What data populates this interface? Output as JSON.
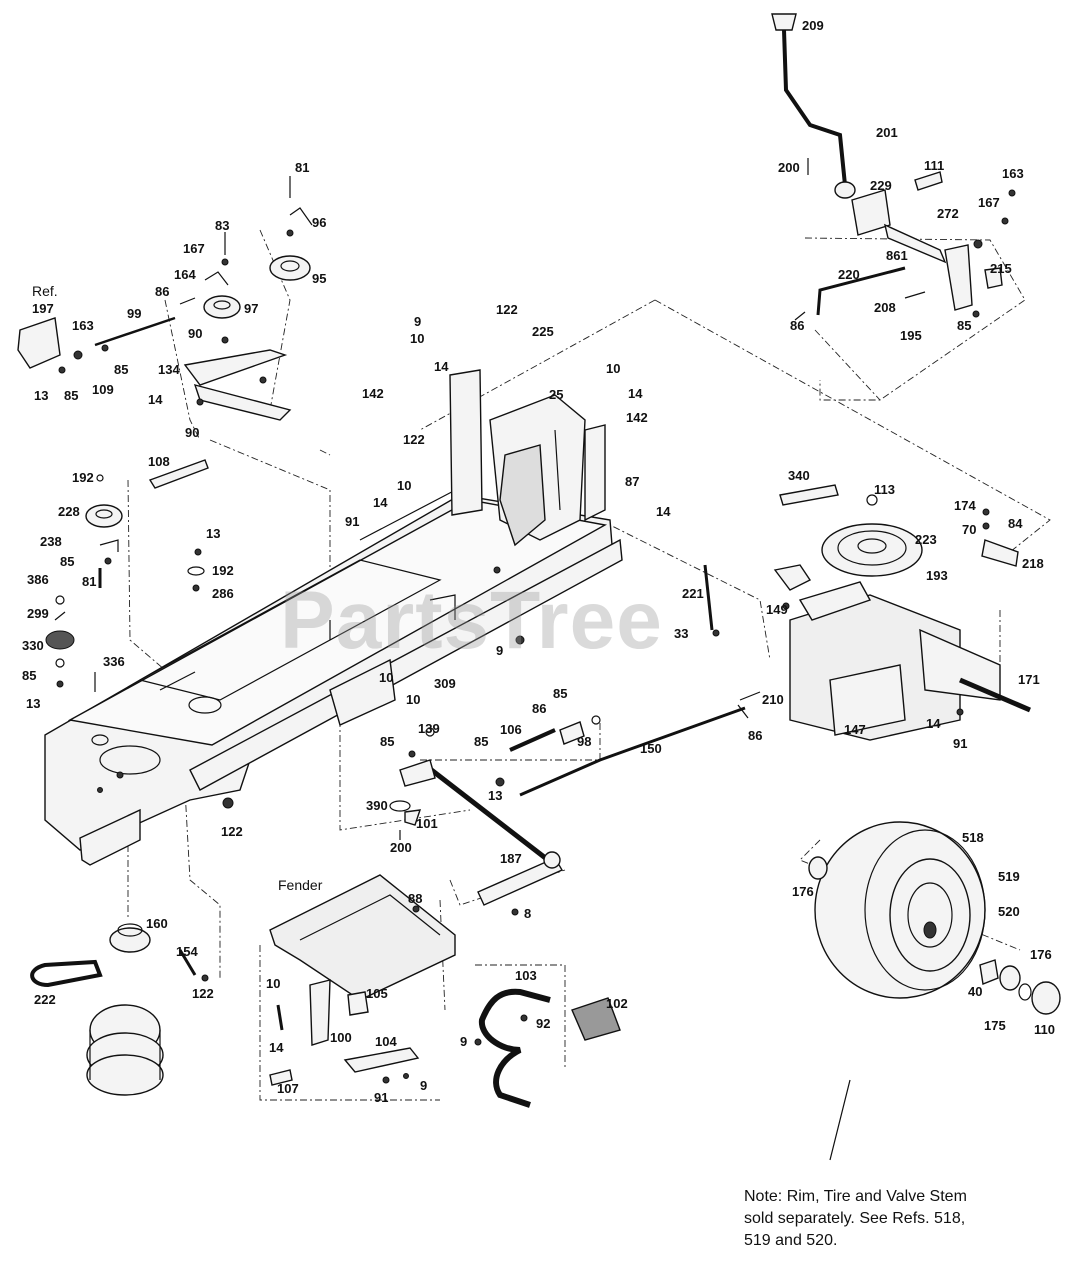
{
  "watermark": "PartsTree",
  "labels": {
    "fender": "Fender",
    "ref": "Ref."
  },
  "callouts": [
    "209",
    "201",
    "200",
    "111",
    "229",
    "163",
    "167",
    "272",
    "215",
    "220",
    "861",
    "208",
    "86",
    "195",
    "85",
    "81",
    "96",
    "83",
    "95",
    "167",
    "164",
    "97",
    "86",
    "99",
    "163",
    "85",
    "197",
    "109",
    "13",
    "85",
    "90",
    "134",
    "14",
    "90",
    "108",
    "192",
    "228",
    "238",
    "85",
    "81",
    "386",
    "299",
    "330",
    "85",
    "336",
    "13",
    "13",
    "192",
    "286",
    "9",
    "10",
    "14",
    "142",
    "122",
    "225",
    "25",
    "10",
    "14",
    "142",
    "122",
    "10",
    "14",
    "91",
    "87",
    "14",
    "340",
    "113",
    "223",
    "174",
    "70",
    "84",
    "218",
    "193",
    "221",
    "33",
    "149",
    "9",
    "309",
    "10",
    "10",
    "171",
    "147",
    "14",
    "91",
    "210",
    "86",
    "150",
    "85",
    "86",
    "98",
    "106",
    "85",
    "13",
    "139",
    "85",
    "390",
    "101",
    "200",
    "122",
    "187",
    "8",
    "518",
    "176",
    "519",
    "520",
    "176",
    "40",
    "175",
    "110",
    "160",
    "154",
    "122",
    "222",
    "88",
    "105",
    "10",
    "100",
    "104",
    "14",
    "107",
    "91",
    "9",
    "103",
    "92",
    "9",
    "102"
  ],
  "note": {
    "line1": "Note:  Rim, Tire and Valve Stem",
    "line2": "sold separately. See Refs. 518,",
    "line3": "519 and 520."
  }
}
